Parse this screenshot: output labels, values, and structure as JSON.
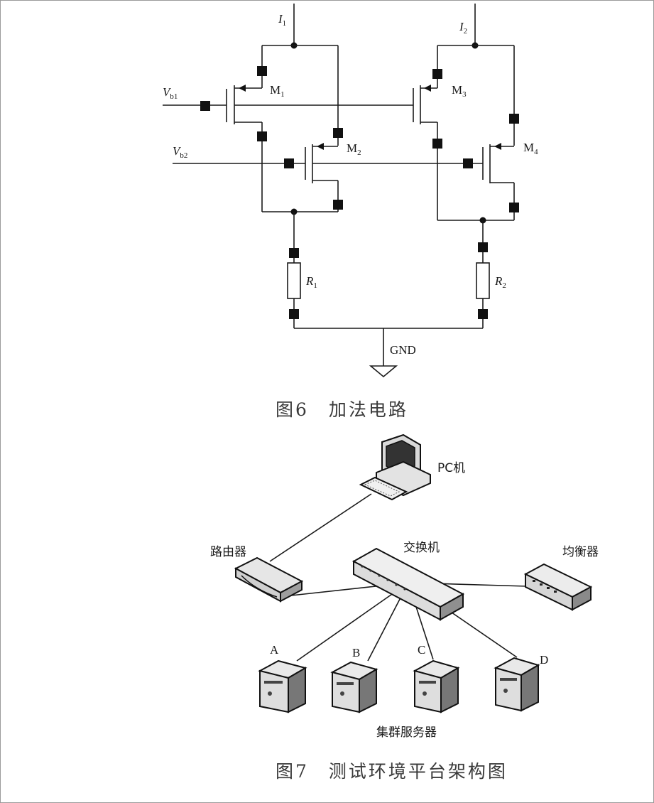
{
  "figure6": {
    "caption": "图6　加法电路",
    "labels": {
      "I1_main": "I",
      "I1_sub": "1",
      "I2_main": "I",
      "I2_sub": "2",
      "Vb1_main": "V",
      "Vb1_sub": "b1",
      "Vb2_main": "V",
      "Vb2_sub": "b2",
      "M1_main": "M",
      "M1_sub": "1",
      "M2_main": "M",
      "M2_sub": "2",
      "M3_main": "M",
      "M3_sub": "3",
      "M4_main": "M",
      "M4_sub": "4",
      "R1_main": "R",
      "R1_sub": "1",
      "R2_main": "R",
      "R2_sub": "2",
      "gnd": "GND"
    }
  },
  "figure7": {
    "caption": "图7　测试环境平台架构图",
    "labels": {
      "pc": "PC机",
      "router": "路由器",
      "switch": "交换机",
      "balancer": "均衡器",
      "server_a": "A",
      "server_b": "B",
      "server_c": "C",
      "server_d": "D",
      "cluster": "集群服务器"
    }
  }
}
